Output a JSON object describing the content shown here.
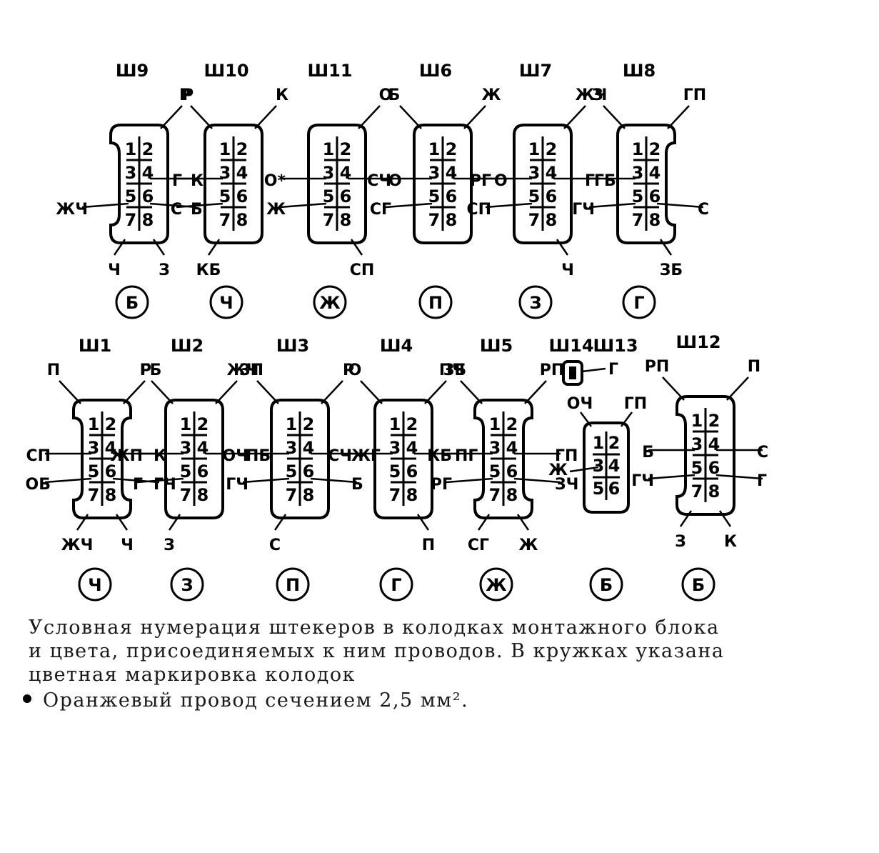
{
  "blocks": [
    {
      "id": "sh9",
      "title": "Ш9",
      "color": "Б",
      "wires": [
        {
          "pin": "2",
          "label": "Р"
        },
        {
          "pin": "4",
          "label": "К"
        },
        {
          "pin": "5",
          "label": "ЖЧ"
        },
        {
          "pin": "6",
          "label": "Б"
        },
        {
          "pin": "7",
          "label": "Ч"
        },
        {
          "pin": "8",
          "label": "З"
        }
      ]
    },
    {
      "id": "sh10",
      "title": "Ш10",
      "color": "Ч",
      "wires": [
        {
          "pin": "1",
          "label": "Р"
        },
        {
          "pin": "2",
          "label": "К"
        },
        {
          "pin": "3",
          "label": "Г"
        },
        {
          "pin": "5",
          "label": "С"
        },
        {
          "pin": "7",
          "label": "КБ"
        }
      ]
    },
    {
      "id": "sh11",
      "title": "Ш11",
      "color": "Ж",
      "wires": [
        {
          "pin": "2",
          "label": "О"
        },
        {
          "pin": "4",
          "label": "О"
        },
        {
          "pin": "3",
          "label": "О*"
        },
        {
          "pin": "5",
          "label": "Ж"
        },
        {
          "pin": "8",
          "label": "СП"
        }
      ]
    },
    {
      "id": "sh6",
      "title": "Ш6",
      "color": "П",
      "wires": [
        {
          "pin": "1",
          "label": "Б"
        },
        {
          "pin": "2",
          "label": "Ж"
        },
        {
          "pin": "4",
          "label": "О"
        },
        {
          "pin": "3",
          "label": "СЧ"
        },
        {
          "pin": "5",
          "label": "СГ"
        }
      ]
    },
    {
      "id": "sh7",
      "title": "Ш7",
      "color": "З",
      "wires": [
        {
          "pin": "2",
          "label": "ЖЧ"
        },
        {
          "pin": "4",
          "label": "ГБ"
        },
        {
          "pin": "3",
          "label": "РГ"
        },
        {
          "pin": "5",
          "label": "СП"
        },
        {
          "pin": "8",
          "label": "Ч"
        }
      ]
    },
    {
      "id": "sh8",
      "title": "Ш8",
      "color": "Г",
      "wires": [
        {
          "pin": "1",
          "label": "З"
        },
        {
          "pin": "2",
          "label": "ГП"
        },
        {
          "pin": "3",
          "label": "Г"
        },
        {
          "pin": "5",
          "label": "ГЧ"
        },
        {
          "pin": "6",
          "label": "С"
        },
        {
          "pin": "8",
          "label": "ЗБ"
        }
      ]
    },
    {
      "id": "sh1",
      "title": "Ш1",
      "color": "Ч",
      "wires": [
        {
          "pin": "1",
          "label": "П"
        },
        {
          "pin": "2",
          "label": "ГБ"
        },
        {
          "pin": "4",
          "label": "К"
        },
        {
          "pin": "3",
          "label": "СП"
        },
        {
          "pin": "5",
          "label": "ОБ"
        },
        {
          "pin": "6",
          "label": "ГЧ"
        },
        {
          "pin": "7",
          "label": "ЖЧ"
        },
        {
          "pin": "8",
          "label": "Ч"
        }
      ]
    },
    {
      "id": "sh2",
      "title": "Ш2",
      "color": "З",
      "wires": [
        {
          "pin": "1",
          "label": "Р"
        },
        {
          "pin": "2",
          "label": "ЖЧ"
        },
        {
          "pin": "4",
          "label": "ПБ"
        },
        {
          "pin": "3",
          "label": "ЖП"
        },
        {
          "pin": "5",
          "label": "Г"
        },
        {
          "pin": "7",
          "label": "З"
        }
      ]
    },
    {
      "id": "sh3",
      "title": "Ш3",
      "color": "П",
      "wires": [
        {
          "pin": "1",
          "label": "ЗП"
        },
        {
          "pin": "2",
          "label": "Р"
        },
        {
          "pin": "4",
          "label": "ЖГ"
        },
        {
          "pin": "3",
          "label": "ОЧ"
        },
        {
          "pin": "5",
          "label": "ГЧ"
        },
        {
          "pin": "6",
          "label": "Б"
        },
        {
          "pin": "7",
          "label": "С"
        }
      ]
    },
    {
      "id": "sh4",
      "title": "Ш4",
      "color": "Г",
      "wires": [
        {
          "pin": "1",
          "label": "О"
        },
        {
          "pin": "2",
          "label": "ПЧ"
        },
        {
          "pin": "4",
          "label": "ПГ"
        },
        {
          "pin": "3",
          "label": "СЧ"
        },
        {
          "pin": "8",
          "label": "П"
        }
      ]
    },
    {
      "id": "sh5",
      "title": "Ш5",
      "color": "Ж",
      "wires": [
        {
          "pin": "1",
          "label": "ЗБ"
        },
        {
          "pin": "2",
          "label": "РП"
        },
        {
          "pin": "4",
          "label": "ГП"
        },
        {
          "pin": "6",
          "label": "ЗЧ"
        },
        {
          "pin": "3",
          "label": "КБ"
        },
        {
          "pin": "5",
          "label": "РГ"
        },
        {
          "pin": "7",
          "label": "СГ"
        },
        {
          "pin": "8",
          "label": "Ж"
        }
      ]
    },
    {
      "id": "sh12",
      "title": "Ш12",
      "color": "Б",
      "wires": [
        {
          "pin": "1",
          "label": "РП"
        },
        {
          "pin": "2",
          "label": "П"
        },
        {
          "pin": "3",
          "label": "Б"
        },
        {
          "pin": "4",
          "label": "С"
        },
        {
          "pin": "5",
          "label": "ГЧ"
        },
        {
          "pin": "6",
          "label": "Г"
        },
        {
          "pin": "7",
          "label": "З"
        },
        {
          "pin": "8",
          "label": "К"
        }
      ]
    }
  ],
  "sh14": {
    "title": "Ш14",
    "pin_label": "Г"
  },
  "sh13": {
    "title": "Ш13",
    "color": "Б",
    "wires": [
      {
        "pin": "1",
        "label": "ОЧ"
      },
      {
        "pin": "2",
        "label": "ГП"
      },
      {
        "pin": "3",
        "label": "Ж"
      }
    ]
  },
  "pins8": [
    "1",
    "2",
    "3",
    "4",
    "5",
    "6",
    "7",
    "8"
  ],
  "pins6": [
    "1",
    "2",
    "3",
    "4",
    "5",
    "6"
  ],
  "caption": {
    "line1": "Условная нумерация штекеров в колодках монтажного блока",
    "line2": "и цвета, присоединяемых к ним проводов. В кружках указана",
    "line3": "цветная маркировка колодок",
    "note": "Оранжевый провод сечением 2,5 мм²."
  }
}
